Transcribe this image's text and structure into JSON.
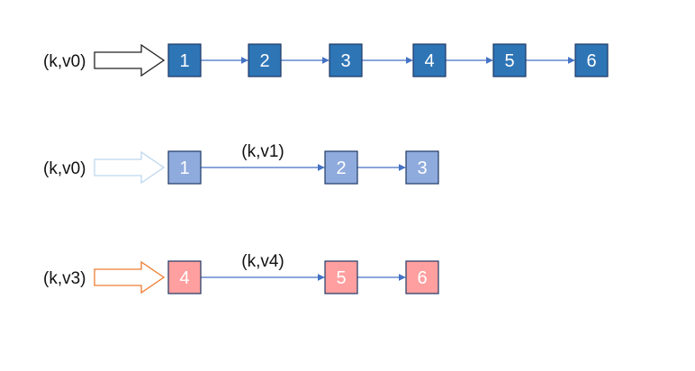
{
  "colors": {
    "dark_fill": "#2E75B6",
    "dark_stroke": "#1F3864",
    "light_fill": "#8FAADC",
    "pink_fill": "#FF9F9F",
    "edge": "#4472C4",
    "arrow_black": "#222222",
    "arrow_lightblue": "#BDD7EE",
    "arrow_orange": "#ED7D31"
  },
  "rows": [
    {
      "entry_label": "(k,v0)",
      "entry_arrow": "black",
      "fill": "dark",
      "nodes": [
        "1",
        "2",
        "3",
        "4",
        "5",
        "6"
      ],
      "edge_label": ""
    },
    {
      "entry_label": "(k,v0)",
      "entry_arrow": "lightblue",
      "fill": "light",
      "nodes": [
        "1",
        "2",
        "3"
      ],
      "edge_label": "(k,v1)"
    },
    {
      "entry_label": "(k,v3)",
      "entry_arrow": "orange",
      "fill": "pink",
      "nodes": [
        "4",
        "5",
        "6"
      ],
      "edge_label": "(k,v4)"
    }
  ]
}
